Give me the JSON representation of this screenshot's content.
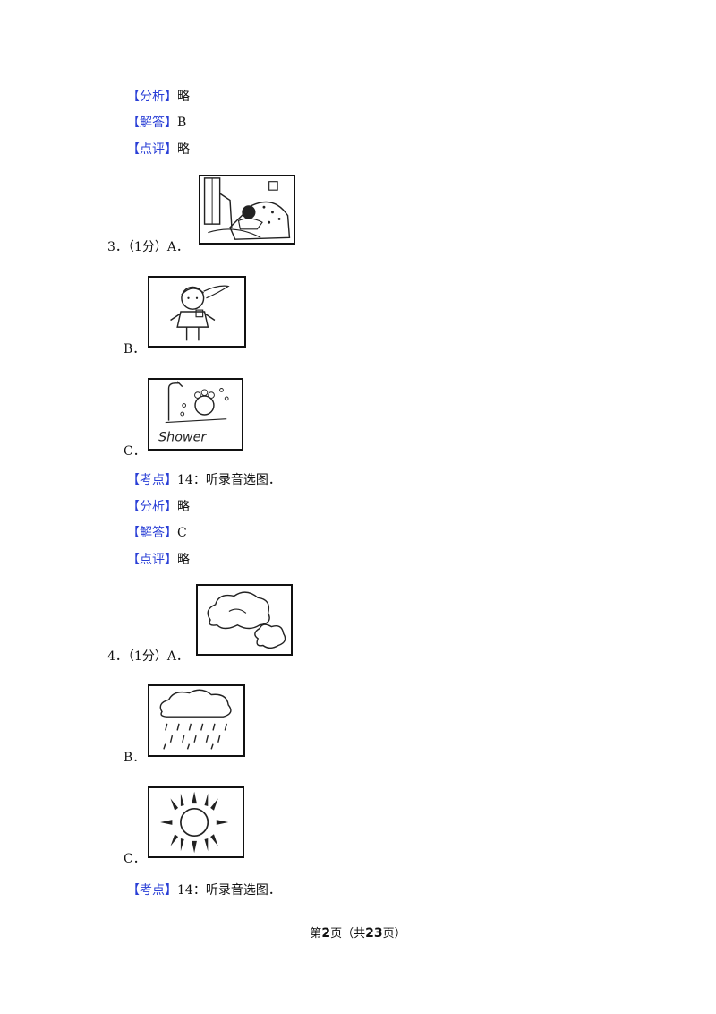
{
  "q2_tail": {
    "analysis_tag": "【分析】",
    "analysis_text": "略",
    "answer_tag": "【解答】",
    "answer_text": "B",
    "comment_tag": "【点评】",
    "comment_text": "略"
  },
  "q3": {
    "number": "3．（1分）A．",
    "option_b": "B．",
    "option_c": "C．",
    "shower_word": "Shower",
    "point_tag": "【考点】",
    "point_text": "14：听录音选图．",
    "analysis_tag": "【分析】",
    "analysis_text": "略",
    "answer_tag": "【解答】",
    "answer_text": "C",
    "comment_tag": "【点评】",
    "comment_text": "略"
  },
  "q4": {
    "number": "4．（1分）A．",
    "option_b": "B．",
    "option_c": "C．",
    "point_tag": "【考点】",
    "point_text": "14：听录音选图．"
  },
  "footer": {
    "pre": "第",
    "page": "2",
    "mid": "页（共",
    "total": "23",
    "post": "页）"
  },
  "colors": {
    "tag": "#2a3fd6",
    "text": "#111111"
  }
}
